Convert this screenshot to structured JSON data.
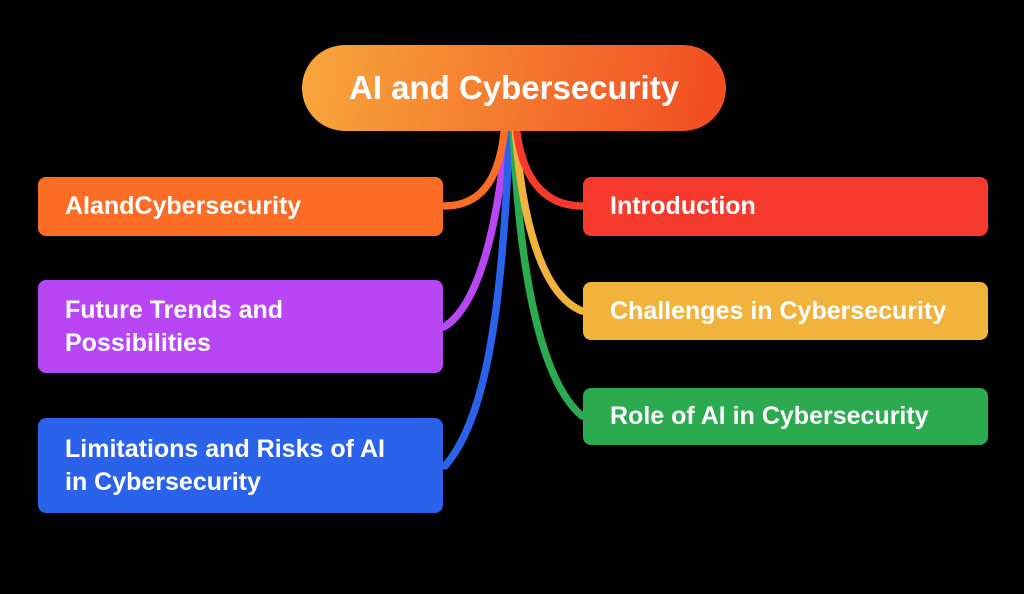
{
  "background": "#000000",
  "root": {
    "label": "AI and Cybersecurity",
    "gradient_start": "#F8A73C",
    "gradient_end": "#F14A21"
  },
  "nodes": [
    {
      "label": "AIandCybersecurity",
      "color": "#FB6D24",
      "side": "left"
    },
    {
      "label": "Future Trends and Possibilities",
      "color": "#B946F5",
      "side": "left"
    },
    {
      "label": "Limitations and Risks of AI in Cybersecurity",
      "color": "#2A63EA",
      "side": "left"
    },
    {
      "label": "Introduction",
      "color": "#F63A2E",
      "side": "right"
    },
    {
      "label": "Challenges in Cybersecurity",
      "color": "#F2B33C",
      "side": "right"
    },
    {
      "label": "Role of AI in Cybersecurity",
      "color": "#2BAA50",
      "side": "right"
    }
  ]
}
